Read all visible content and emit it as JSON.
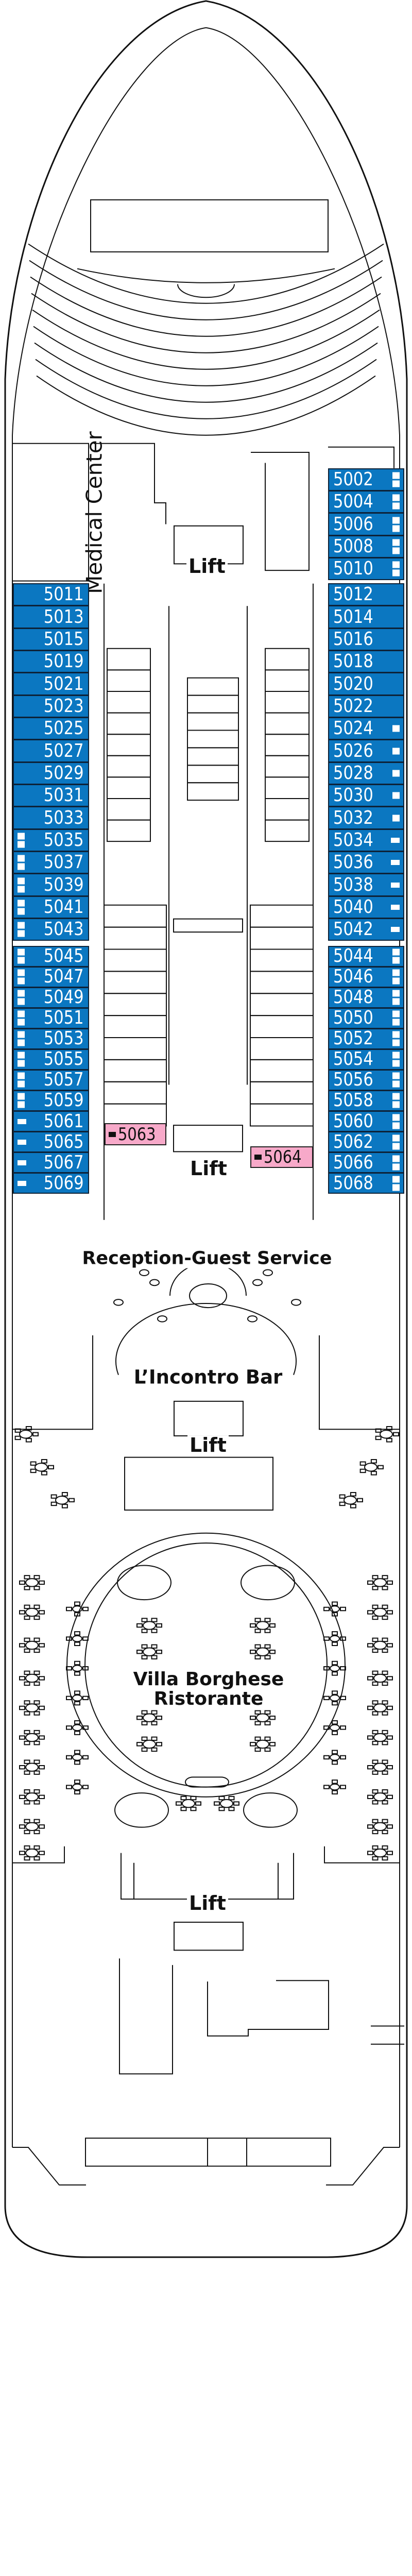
{
  "colors": {
    "cabin": "#0b77c1",
    "accessible_cabin": "#f7a9c9",
    "lines": "#111111"
  },
  "venues": {
    "medical_center": "Medical Center",
    "reception": "Reception-Guest Service",
    "bar": "L’Incontro Bar",
    "restaurant_line1": "Villa Borghese",
    "restaurant_line2": "Ristorante"
  },
  "lifts": [
    "Lift",
    "Lift",
    "Lift",
    "Lift"
  ],
  "cabins": {
    "right_fwd": [
      {
        "number": "5002",
        "marker": "double"
      },
      {
        "number": "5004",
        "marker": "double"
      },
      {
        "number": "5006",
        "marker": "double"
      },
      {
        "number": "5008",
        "marker": "double"
      },
      {
        "number": "5010",
        "marker": "double"
      }
    ],
    "right_mid": [
      {
        "number": "5012",
        "marker": "none"
      },
      {
        "number": "5014",
        "marker": "none"
      },
      {
        "number": "5016",
        "marker": "none"
      },
      {
        "number": "5018",
        "marker": "none"
      },
      {
        "number": "5020",
        "marker": "none"
      },
      {
        "number": "5022",
        "marker": "none"
      },
      {
        "number": "5024",
        "marker": "square"
      },
      {
        "number": "5026",
        "marker": "square"
      },
      {
        "number": "5028",
        "marker": "square"
      },
      {
        "number": "5030",
        "marker": "square"
      },
      {
        "number": "5032",
        "marker": "square"
      },
      {
        "number": "5034",
        "marker": "single"
      },
      {
        "number": "5036",
        "marker": "single"
      },
      {
        "number": "5038",
        "marker": "single"
      },
      {
        "number": "5040",
        "marker": "single"
      },
      {
        "number": "5042",
        "marker": "single"
      }
    ],
    "left_mid": [
      {
        "number": "5011",
        "marker": "none"
      },
      {
        "number": "5013",
        "marker": "none"
      },
      {
        "number": "5015",
        "marker": "none"
      },
      {
        "number": "5019",
        "marker": "none"
      },
      {
        "number": "5021",
        "marker": "none"
      },
      {
        "number": "5023",
        "marker": "none"
      },
      {
        "number": "5025",
        "marker": "none"
      },
      {
        "number": "5027",
        "marker": "none"
      },
      {
        "number": "5029",
        "marker": "none"
      },
      {
        "number": "5031",
        "marker": "none"
      },
      {
        "number": "5033",
        "marker": "none"
      },
      {
        "number": "5035",
        "marker": "double"
      },
      {
        "number": "5037",
        "marker": "double"
      },
      {
        "number": "5039",
        "marker": "double"
      },
      {
        "number": "5041",
        "marker": "double"
      },
      {
        "number": "5043",
        "marker": "double"
      }
    ],
    "left_aft": [
      {
        "number": "5045",
        "marker": "double"
      },
      {
        "number": "5047",
        "marker": "double"
      },
      {
        "number": "5049",
        "marker": "double"
      },
      {
        "number": "5051",
        "marker": "double"
      },
      {
        "number": "5053",
        "marker": "double"
      },
      {
        "number": "5055",
        "marker": "double"
      },
      {
        "number": "5057",
        "marker": "double"
      },
      {
        "number": "5059",
        "marker": "double"
      },
      {
        "number": "5061",
        "marker": "single"
      },
      {
        "number": "5065",
        "marker": "single"
      },
      {
        "number": "5067",
        "marker": "single"
      },
      {
        "number": "5069",
        "marker": "single"
      }
    ],
    "right_aft": [
      {
        "number": "5044",
        "marker": "double"
      },
      {
        "number": "5046",
        "marker": "double"
      },
      {
        "number": "5048",
        "marker": "double"
      },
      {
        "number": "5050",
        "marker": "double"
      },
      {
        "number": "5052",
        "marker": "double"
      },
      {
        "number": "5054",
        "marker": "double"
      },
      {
        "number": "5056",
        "marker": "double"
      },
      {
        "number": "5058",
        "marker": "double"
      },
      {
        "number": "5060",
        "marker": "double"
      },
      {
        "number": "5062",
        "marker": "double"
      },
      {
        "number": "5066",
        "marker": "double"
      },
      {
        "number": "5068",
        "marker": "double"
      }
    ],
    "accessible": [
      {
        "number": "5063",
        "marker": "single"
      },
      {
        "number": "5064",
        "marker": "single"
      }
    ]
  }
}
